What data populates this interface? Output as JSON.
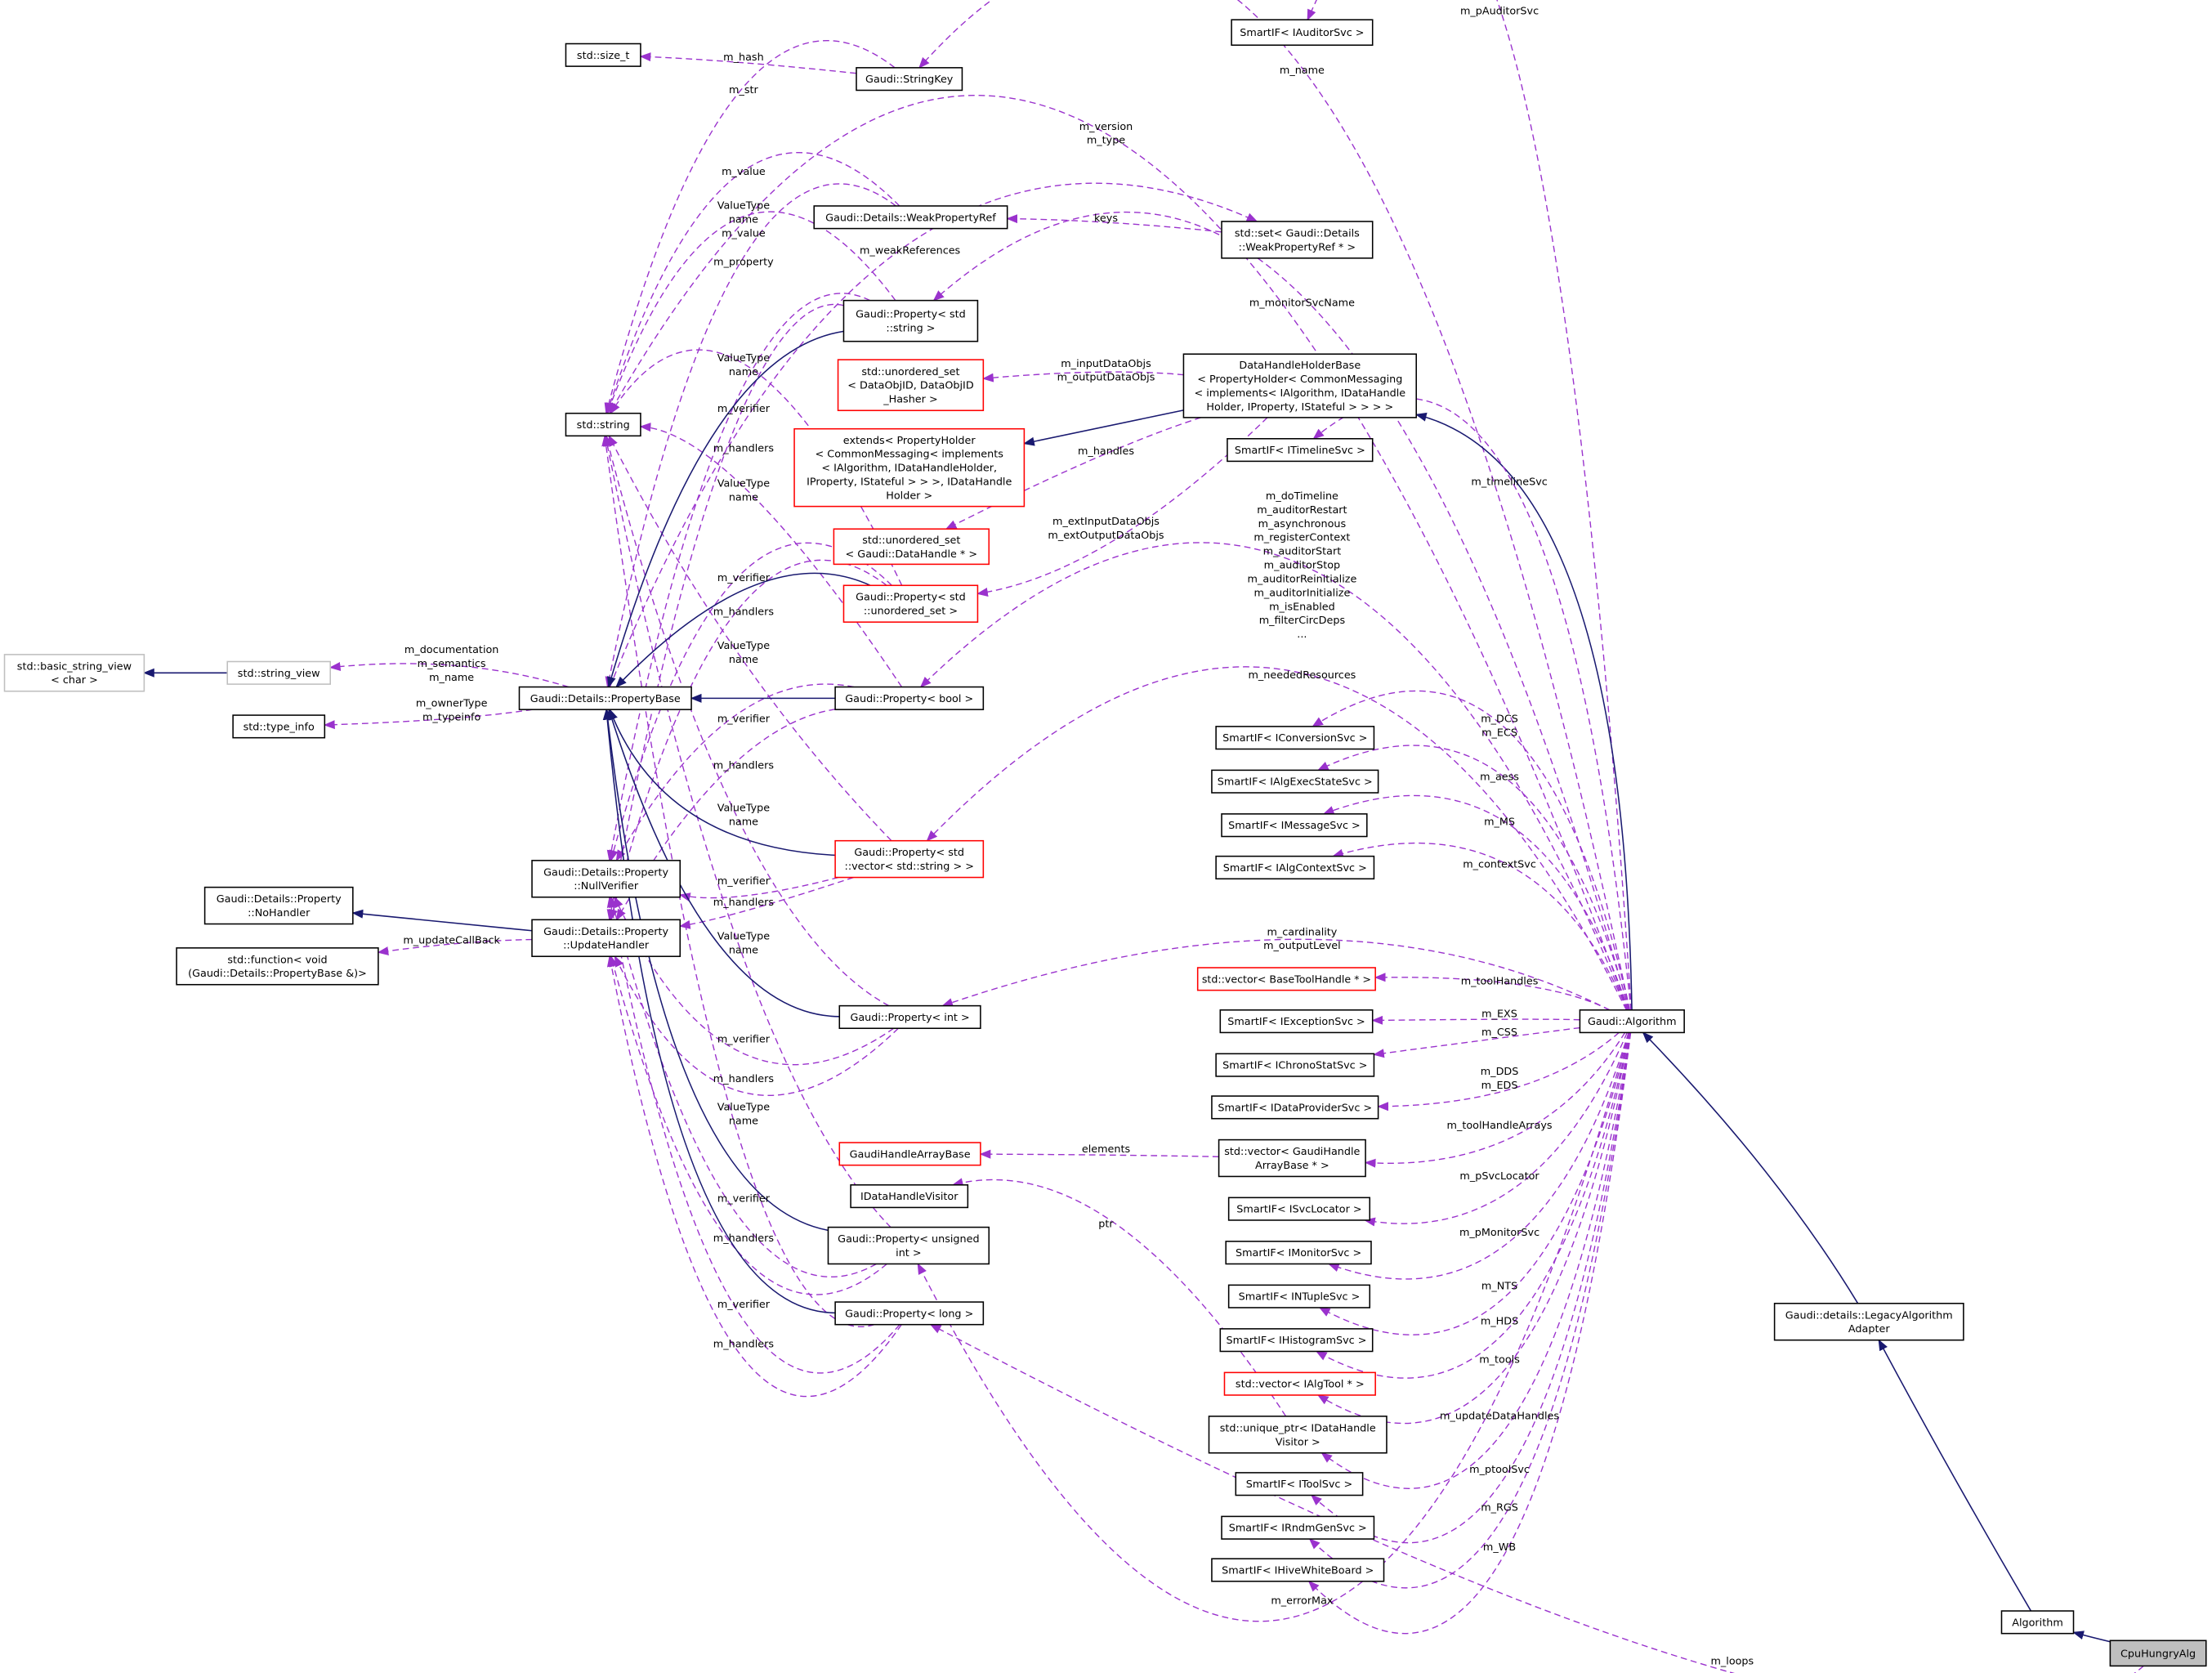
{
  "colors": {
    "use_edge": "#9a32cd",
    "inherit_edge": "#191970",
    "incomplete_border": "#ff0000",
    "undocumented_border": "#bfbfbf",
    "focus_fill": "#bfbfbf"
  },
  "nodes": [
    {
      "id": "auditor",
      "lines": [
        "SmartIF< IAuditorSvc >"
      ],
      "style": "normal"
    },
    {
      "id": "sizet",
      "lines": [
        "std::size_t"
      ],
      "style": "normal"
    },
    {
      "id": "stringkey",
      "lines": [
        "Gaudi::StringKey"
      ],
      "style": "normal"
    },
    {
      "id": "weakref",
      "lines": [
        "Gaudi::Details::WeakPropertyRef"
      ],
      "style": "normal"
    },
    {
      "id": "setweak",
      "lines": [
        "std::set< Gaudi::Details",
        "::WeakPropertyRef * >"
      ],
      "style": "normal"
    },
    {
      "id": "propstring",
      "lines": [
        "Gaudi::Property< std",
        "::string >"
      ],
      "style": "normal"
    },
    {
      "id": "unorddataobj",
      "lines": [
        "std::unordered_set",
        "< DataObjID, DataObjID",
        "_Hasher >"
      ],
      "style": "red"
    },
    {
      "id": "dhhb",
      "lines": [
        "DataHandleHolderBase",
        "< PropertyHolder< CommonMessaging",
        "< implements< IAlgorithm, IDataHandle",
        "Holder, IProperty, IStateful > > > >"
      ],
      "style": "normal"
    },
    {
      "id": "stdstring",
      "lines": [
        "std::string"
      ],
      "style": "normal"
    },
    {
      "id": "extends",
      "lines": [
        "extends< PropertyHolder",
        "< CommonMessaging< implements",
        "< IAlgorithm, IDataHandleHolder,",
        " IProperty, IStateful > > >, IDataHandle",
        "Holder >"
      ],
      "style": "red"
    },
    {
      "id": "timeline",
      "lines": [
        "SmartIF< ITimelineSvc >"
      ],
      "style": "normal"
    },
    {
      "id": "unordhandle",
      "lines": [
        "std::unordered_set",
        "< Gaudi::DataHandle * >"
      ],
      "style": "red"
    },
    {
      "id": "propunord",
      "lines": [
        "Gaudi::Property< std",
        "::unordered_set >"
      ],
      "style": "red"
    },
    {
      "id": "basicsv",
      "lines": [
        "std::basic_string_view",
        "< char >"
      ],
      "style": "gray"
    },
    {
      "id": "stringview",
      "lines": [
        "std::string_view"
      ],
      "style": "gray"
    },
    {
      "id": "propbase",
      "lines": [
        "Gaudi::Details::PropertyBase"
      ],
      "style": "normal"
    },
    {
      "id": "propbool",
      "lines": [
        "Gaudi::Property< bool >"
      ],
      "style": "normal"
    },
    {
      "id": "typeinfo",
      "lines": [
        "std::type_info"
      ],
      "style": "normal"
    },
    {
      "id": "conv",
      "lines": [
        "SmartIF< IConversionSvc >"
      ],
      "style": "normal"
    },
    {
      "id": "algexec",
      "lines": [
        "SmartIF< IAlgExecStateSvc >"
      ],
      "style": "normal"
    },
    {
      "id": "msg",
      "lines": [
        "SmartIF< IMessageSvc >"
      ],
      "style": "normal"
    },
    {
      "id": "ctx",
      "lines": [
        "SmartIF< IAlgContextSvc >"
      ],
      "style": "normal"
    },
    {
      "id": "propvec",
      "lines": [
        "Gaudi::Property< std",
        "::vector< std::string > >"
      ],
      "style": "red"
    },
    {
      "id": "nullver",
      "lines": [
        "Gaudi::Details::Property",
        "::NullVerifier"
      ],
      "style": "normal"
    },
    {
      "id": "nohandler",
      "lines": [
        "Gaudi::Details::Property",
        "::NoHandler"
      ],
      "style": "normal"
    },
    {
      "id": "updhandler",
      "lines": [
        "Gaudi::Details::Property",
        "::UpdateHandler"
      ],
      "style": "normal"
    },
    {
      "id": "stdfunc",
      "lines": [
        "std::function< void",
        "(Gaudi::Details::PropertyBase &)>"
      ],
      "style": "normal"
    },
    {
      "id": "basetool",
      "lines": [
        "std::vector< BaseToolHandle * >"
      ],
      "style": "red"
    },
    {
      "id": "propint",
      "lines": [
        "Gaudi::Property< int >"
      ],
      "style": "normal"
    },
    {
      "id": "gaudialg",
      "lines": [
        "Gaudi::Algorithm"
      ],
      "style": "normal"
    },
    {
      "id": "exc",
      "lines": [
        "SmartIF< IExceptionSvc >"
      ],
      "style": "normal"
    },
    {
      "id": "chrono",
      "lines": [
        "SmartIF< IChronoStatSvc >"
      ],
      "style": "normal"
    },
    {
      "id": "dataprov",
      "lines": [
        "SmartIF< IDataProviderSvc >"
      ],
      "style": "normal"
    },
    {
      "id": "gharraybase",
      "lines": [
        "GaudiHandleArrayBase"
      ],
      "style": "red"
    },
    {
      "id": "vecgh",
      "lines": [
        "std::vector< GaudiHandle",
        "ArrayBase * >"
      ],
      "style": "normal"
    },
    {
      "id": "dhvisitor",
      "lines": [
        "IDataHandleVisitor"
      ],
      "style": "normal"
    },
    {
      "id": "svcloc",
      "lines": [
        "SmartIF< ISvcLocator >"
      ],
      "style": "normal"
    },
    {
      "id": "propuint",
      "lines": [
        "Gaudi::Property< unsigned",
        "int >"
      ],
      "style": "normal"
    },
    {
      "id": "monitor",
      "lines": [
        "SmartIF< IMonitorSvc >"
      ],
      "style": "normal"
    },
    {
      "id": "ntuple",
      "lines": [
        "SmartIF< INTupleSvc >"
      ],
      "style": "normal"
    },
    {
      "id": "proplong",
      "lines": [
        "Gaudi::Property< long >"
      ],
      "style": "normal"
    },
    {
      "id": "legacy",
      "lines": [
        "Gaudi::details::LegacyAlgorithm",
        "Adapter"
      ],
      "style": "normal"
    },
    {
      "id": "histo",
      "lines": [
        "SmartIF< IHistogramSvc >"
      ],
      "style": "normal"
    },
    {
      "id": "algtool",
      "lines": [
        "std::vector< IAlgTool * >"
      ],
      "style": "red"
    },
    {
      "id": "uniq",
      "lines": [
        "std::unique_ptr< IDataHandle",
        "Visitor >"
      ],
      "style": "normal"
    },
    {
      "id": "toolsvc",
      "lines": [
        "SmartIF< IToolSvc >"
      ],
      "style": "normal"
    },
    {
      "id": "rndm",
      "lines": [
        "SmartIF< IRndmGenSvc >"
      ],
      "style": "normal"
    },
    {
      "id": "hive",
      "lines": [
        "SmartIF< IHiveWhiteBoard >"
      ],
      "style": "normal"
    },
    {
      "id": "algorithm",
      "lines": [
        "Algorithm"
      ],
      "style": "normal"
    },
    {
      "id": "cpu",
      "lines": [
        "CpuHungryAlg"
      ],
      "style": "highlight"
    }
  ],
  "edges": [
    {
      "from": "gaudialg",
      "to": "auditor",
      "kind": "use",
      "label": [
        "m_pAuditorSvc"
      ]
    },
    {
      "from": "gaudialg",
      "to": "stringkey",
      "kind": "use",
      "label": [
        "m_name"
      ]
    },
    {
      "from": "stringkey",
      "to": "sizet",
      "kind": "use",
      "label": [
        "m_hash"
      ]
    },
    {
      "from": "stringkey",
      "to": "stdstring",
      "kind": "use",
      "label": [
        "m_str"
      ]
    },
    {
      "from": "gaudialg",
      "to": "stdstring",
      "kind": "use",
      "label": [
        "m_version",
        "m_type"
      ]
    },
    {
      "from": "weakref",
      "to": "stdstring",
      "kind": "use",
      "label": [
        "m_value"
      ]
    },
    {
      "from": "setweak",
      "to": "weakref",
      "kind": "use",
      "label": [
        "keys"
      ]
    },
    {
      "from": "propstring",
      "to": "stdstring",
      "kind": "use",
      "label": [
        "ValueType",
        "name",
        "m_value"
      ]
    },
    {
      "from": "weakref",
      "to": "propbase",
      "kind": "use",
      "label": [
        "m_property"
      ]
    },
    {
      "from": "propbase",
      "to": "setweak",
      "kind": "use",
      "label": [
        "m_weakReferences"
      ]
    },
    {
      "from": "gaudialg",
      "to": "propstring",
      "kind": "use",
      "label": [
        "m_monitorSvcName"
      ]
    },
    {
      "from": "dhhb",
      "to": "unorddataobj",
      "kind": "use",
      "label": [
        "m_inputDataObjs",
        "m_outputDataObjs"
      ]
    },
    {
      "from": "dhhb",
      "to": "extends",
      "kind": "inherit",
      "label": []
    },
    {
      "from": "gaudialg",
      "to": "dhhb",
      "kind": "inherit",
      "label": []
    },
    {
      "from": "propunord",
      "to": "stdstring",
      "kind": "use",
      "label": [
        "ValueType",
        "name"
      ]
    },
    {
      "from": "propbool",
      "to": "stdstring",
      "kind": "use",
      "label": [
        "ValueType",
        "name"
      ]
    },
    {
      "from": "propvec",
      "to": "stdstring",
      "kind": "use",
      "label": [
        "ValueType",
        "name"
      ]
    },
    {
      "from": "propint",
      "to": "stdstring",
      "kind": "use",
      "label": [
        "ValueType",
        "name"
      ]
    },
    {
      "from": "propuint",
      "to": "stdstring",
      "kind": "use",
      "label": [
        "ValueType",
        "name"
      ]
    },
    {
      "from": "proplong",
      "to": "stdstring",
      "kind": "use",
      "label": [
        "ValueType",
        "name"
      ]
    },
    {
      "from": "propstring",
      "to": "nullver",
      "kind": "use",
      "label": [
        "m_verifier"
      ]
    },
    {
      "from": "propstring",
      "to": "updhandler",
      "kind": "use",
      "label": [
        "m_handlers"
      ]
    },
    {
      "from": "propunord",
      "to": "nullver",
      "kind": "use",
      "label": [
        "m_verifier"
      ]
    },
    {
      "from": "propunord",
      "to": "updhandler",
      "kind": "use",
      "label": [
        "m_handlers"
      ]
    },
    {
      "from": "propbool",
      "to": "nullver",
      "kind": "use",
      "label": [
        "m_verifier"
      ]
    },
    {
      "from": "propbool",
      "to": "updhandler",
      "kind": "use",
      "label": [
        "m_handlers"
      ]
    },
    {
      "from": "propvec",
      "to": "nullver",
      "kind": "use",
      "label": [
        "m_verifier"
      ]
    },
    {
      "from": "propvec",
      "to": "updhandler",
      "kind": "use",
      "label": [
        "m_handlers"
      ]
    },
    {
      "from": "propint",
      "to": "nullver",
      "kind": "use",
      "label": [
        "m_verifier"
      ]
    },
    {
      "from": "propint",
      "to": "updhandler",
      "kind": "use",
      "label": [
        "m_handlers"
      ]
    },
    {
      "from": "propuint",
      "to": "nullver",
      "kind": "use",
      "label": [
        "m_verifier"
      ]
    },
    {
      "from": "propuint",
      "to": "updhandler",
      "kind": "use",
      "label": [
        "m_handlers"
      ]
    },
    {
      "from": "proplong",
      "to": "nullver",
      "kind": "use",
      "label": [
        "m_verifier"
      ]
    },
    {
      "from": "proplong",
      "to": "updhandler",
      "kind": "use",
      "label": [
        "m_handlers"
      ]
    },
    {
      "from": "dhhb",
      "to": "unordhandle",
      "kind": "use",
      "label": [
        "m_handles"
      ]
    },
    {
      "from": "dhhb",
      "to": "propunord",
      "kind": "use",
      "label": [
        "m_extInputDataObjs",
        "m_extOutputDataObjs"
      ]
    },
    {
      "from": "gaudialg",
      "to": "timeline",
      "kind": "use",
      "label": [
        "m_timelineSvc"
      ]
    },
    {
      "from": "gaudialg",
      "to": "propbool",
      "kind": "use",
      "label": [
        "m_doTimeline",
        "m_auditorRestart",
        "m_asynchronous",
        "m_registerContext",
        "m_auditorStart",
        "m_auditorStop",
        "m_auditorReinitialize",
        "m_auditorInitialize",
        "m_isEnabled",
        "m_filterCircDeps",
        "..."
      ]
    },
    {
      "from": "propstring",
      "to": "propbase",
      "kind": "inherit",
      "label": []
    },
    {
      "from": "propunord",
      "to": "propbase",
      "kind": "inherit",
      "label": []
    },
    {
      "from": "propbool",
      "to": "propbase",
      "kind": "inherit",
      "label": []
    },
    {
      "from": "propvec",
      "to": "propbase",
      "kind": "inherit",
      "label": []
    },
    {
      "from": "propint",
      "to": "propbase",
      "kind": "inherit",
      "label": []
    },
    {
      "from": "propuint",
      "to": "propbase",
      "kind": "inherit",
      "label": []
    },
    {
      "from": "proplong",
      "to": "propbase",
      "kind": "inherit",
      "label": []
    },
    {
      "from": "stringview",
      "to": "basicsv",
      "kind": "inherit",
      "label": []
    },
    {
      "from": "propbase",
      "to": "stringview",
      "kind": "use",
      "label": [
        "m_documentation",
        "m_semantics",
        "m_name"
      ]
    },
    {
      "from": "propbase",
      "to": "typeinfo",
      "kind": "use",
      "label": [
        "m_ownerType",
        "m_typeinfo"
      ]
    },
    {
      "from": "gaudialg",
      "to": "propvec",
      "kind": "use",
      "label": [
        "m_neededResources"
      ]
    },
    {
      "from": "gaudialg",
      "to": "conv",
      "kind": "use",
      "label": [
        "m_DCS",
        "m_ECS"
      ]
    },
    {
      "from": "gaudialg",
      "to": "algexec",
      "kind": "use",
      "label": [
        "m_aess"
      ]
    },
    {
      "from": "gaudialg",
      "to": "msg",
      "kind": "use",
      "label": [
        "m_MS"
      ]
    },
    {
      "from": "gaudialg",
      "to": "ctx",
      "kind": "use",
      "label": [
        "m_contextSvc"
      ]
    },
    {
      "from": "gaudialg",
      "to": "propint",
      "kind": "use",
      "label": [
        "m_cardinality",
        "m_outputLevel"
      ]
    },
    {
      "from": "updhandler",
      "to": "nohandler",
      "kind": "inherit",
      "label": []
    },
    {
      "from": "updhandler",
      "to": "stdfunc",
      "kind": "use",
      "label": [
        "m_updateCallBack"
      ]
    },
    {
      "from": "gaudialg",
      "to": "basetool",
      "kind": "use",
      "label": [
        "m_toolHandles"
      ]
    },
    {
      "from": "gaudialg",
      "to": "exc",
      "kind": "use",
      "label": [
        "m_EXS"
      ]
    },
    {
      "from": "gaudialg",
      "to": "chrono",
      "kind": "use",
      "label": [
        "m_CSS"
      ]
    },
    {
      "from": "gaudialg",
      "to": "dataprov",
      "kind": "use",
      "label": [
        "m_DDS",
        "m_EDS"
      ]
    },
    {
      "from": "gaudialg",
      "to": "vecgh",
      "kind": "use",
      "label": [
        "m_toolHandleArrays"
      ]
    },
    {
      "from": "vecgh",
      "to": "gharraybase",
      "kind": "use",
      "label": [
        "elements"
      ]
    },
    {
      "from": "uniq",
      "to": "dhvisitor",
      "kind": "use",
      "label": [
        "ptr"
      ]
    },
    {
      "from": "gaudialg",
      "to": "svcloc",
      "kind": "use",
      "label": [
        "m_pSvcLocator"
      ]
    },
    {
      "from": "gaudialg",
      "to": "monitor",
      "kind": "use",
      "label": [
        "m_pMonitorSvc"
      ]
    },
    {
      "from": "gaudialg",
      "to": "ntuple",
      "kind": "use",
      "label": [
        "m_NTS"
      ]
    },
    {
      "from": "gaudialg",
      "to": "histo",
      "kind": "use",
      "label": [
        "m_HDS"
      ]
    },
    {
      "from": "gaudialg",
      "to": "algtool",
      "kind": "use",
      "label": [
        "m_tools"
      ]
    },
    {
      "from": "gaudialg",
      "to": "uniq",
      "kind": "use",
      "label": [
        "m_updateDataHandles"
      ]
    },
    {
      "from": "gaudialg",
      "to": "toolsvc",
      "kind": "use",
      "label": [
        "m_ptoolSvc"
      ]
    },
    {
      "from": "gaudialg",
      "to": "rndm",
      "kind": "use",
      "label": [
        "m_RGS"
      ]
    },
    {
      "from": "gaudialg",
      "to": "hive",
      "kind": "use",
      "label": [
        "m_WB"
      ]
    },
    {
      "from": "gaudialg",
      "to": "propuint",
      "kind": "use",
      "label": [
        "m_errorMax"
      ]
    },
    {
      "from": "cpu",
      "to": "proplong",
      "kind": "use",
      "label": [
        "m_loops"
      ]
    },
    {
      "from": "legacy",
      "to": "gaudialg",
      "kind": "inherit",
      "label": []
    },
    {
      "from": "algorithm",
      "to": "legacy",
      "kind": "inherit",
      "label": []
    },
    {
      "from": "cpu",
      "to": "algorithm",
      "kind": "inherit",
      "label": []
    }
  ]
}
